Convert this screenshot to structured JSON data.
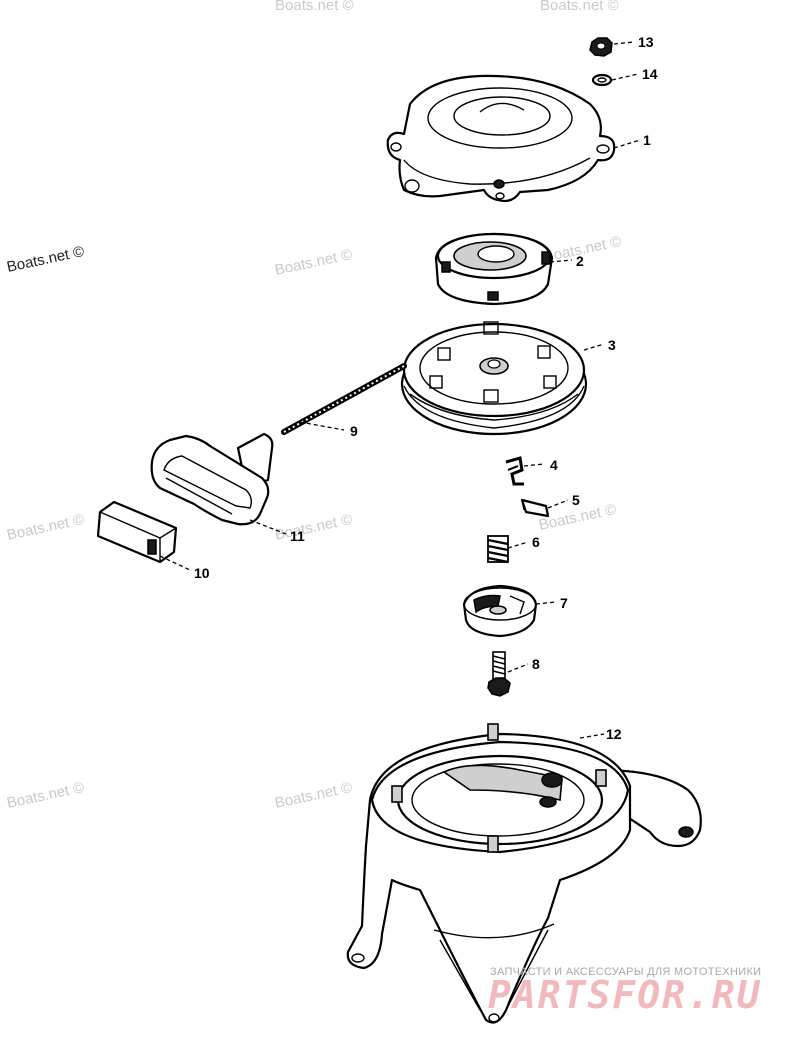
{
  "callouts": [
    {
      "id": "13",
      "label": "13"
    },
    {
      "id": "14",
      "label": "14"
    },
    {
      "id": "1",
      "label": "1"
    },
    {
      "id": "2",
      "label": "2"
    },
    {
      "id": "3",
      "label": "3"
    },
    {
      "id": "9",
      "label": "9"
    },
    {
      "id": "4",
      "label": "4"
    },
    {
      "id": "5",
      "label": "5"
    },
    {
      "id": "11",
      "label": "11"
    },
    {
      "id": "6",
      "label": "6"
    },
    {
      "id": "10",
      "label": "10"
    },
    {
      "id": "7",
      "label": "7"
    },
    {
      "id": "8",
      "label": "8"
    },
    {
      "id": "12",
      "label": "12"
    }
  ],
  "watermark": {
    "text": "Boats.net ©"
  },
  "brand": {
    "tagline": "ЗАПЧАСТИ И АКСЕССУАРЫ ДЛЯ МОТОТЕХНИКИ",
    "logo": "PARTSFOR.RU"
  }
}
